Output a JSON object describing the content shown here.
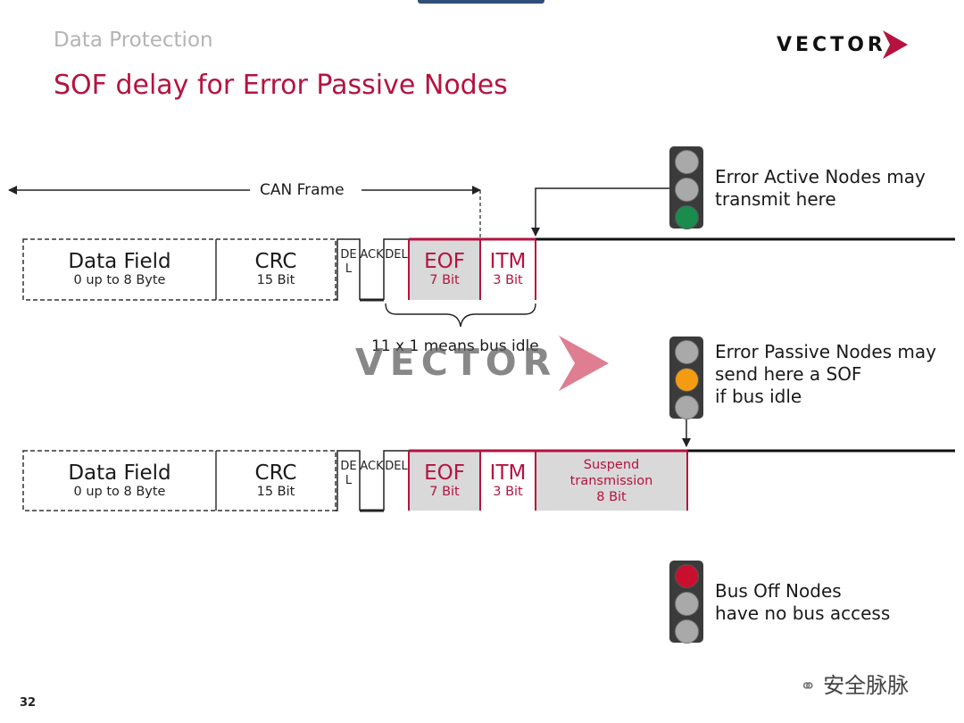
{
  "header": {
    "section": "Data Protection",
    "title": "SOF delay for Error Passive Nodes",
    "logo": "VECTOR"
  },
  "watermark": {
    "logo": "VECTOR",
    "wechat": "安全脉脉"
  },
  "can_frame_label": "CAN Frame",
  "bus_idle_label": "11 x 1 means bus idle",
  "frame1": {
    "data_field": {
      "title": "Data Field",
      "sub": "0 up to 8 Byte"
    },
    "crc": {
      "title": "CRC",
      "sub": "15 Bit"
    },
    "crc_del": "DEL",
    "ack": "ACK",
    "ack_del": "DEL",
    "eof": {
      "title": "EOF",
      "sub": "7 Bit"
    },
    "itm": {
      "title": "ITM",
      "sub": "3 Bit"
    }
  },
  "frame2": {
    "data_field": {
      "title": "Data Field",
      "sub": "0 up to 8 Byte"
    },
    "crc": {
      "title": "CRC",
      "sub": "15 Bit"
    },
    "crc_del": "DEL",
    "ack": "ACK",
    "ack_del": "DEL",
    "eof": {
      "title": "EOF",
      "sub": "7 Bit"
    },
    "itm": {
      "title": "ITM",
      "sub": "3 Bit"
    },
    "suspend": {
      "line1": "Suspend",
      "line2": "transmission",
      "line3": "8 Bit"
    }
  },
  "traffic_lights": [
    {
      "state": "green",
      "active_color": "#1a8c4e",
      "line1": "Error Active Nodes may",
      "line2": "transmit here",
      "line3": ""
    },
    {
      "state": "yellow",
      "active_color": "#f39c12",
      "line1": "Error Passive Nodes may",
      "line2": "send here a SOF",
      "line3": "if bus idle"
    },
    {
      "state": "red",
      "active_color": "#c8102e",
      "line1": "Bus Off Nodes",
      "line2": "have no bus access",
      "line3": ""
    }
  ],
  "colors": {
    "accent": "#b5133f",
    "shade": "#d9d9d9"
  },
  "page_number": "32"
}
